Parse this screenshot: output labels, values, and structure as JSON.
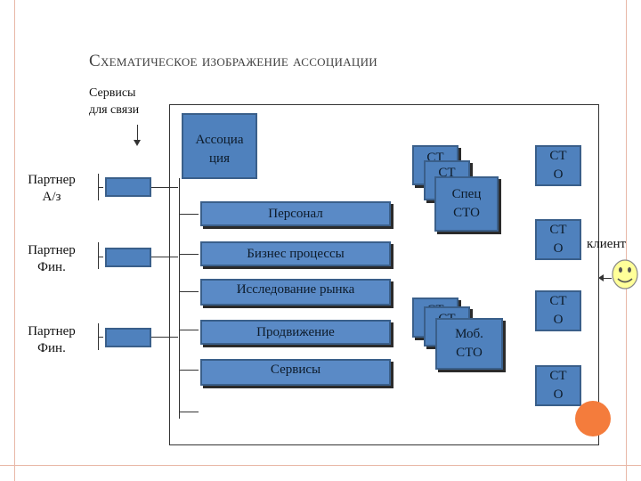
{
  "title": "Схематическое изображение ассоциации",
  "services_note": [
    "Сервисы",
    "для связи"
  ],
  "association": [
    "Ассоциа",
    "ция"
  ],
  "partners": [
    [
      "Партнер",
      "А/з"
    ],
    [
      "Партнер",
      "Фин."
    ],
    [
      "Партнер",
      "Фин."
    ]
  ],
  "departments": [
    "Персонал",
    "Бизнес процессы",
    "Исследование рынка",
    "Продвижение",
    "Сервисы"
  ],
  "spec_stack": {
    "back1": "СТ",
    "back2": "СТ",
    "front": [
      "Спец",
      "СТО"
    ]
  },
  "mob_stack": {
    "back1": "СТ",
    "back2": "СТ",
    "front": [
      "Моб.",
      "СТО"
    ]
  },
  "sto_boxes": [
    [
      "СТ",
      "О"
    ],
    [
      "СТ",
      "О"
    ],
    [
      "СТ",
      "О"
    ],
    [
      "СТ",
      "О"
    ]
  ],
  "client_label": "клиент",
  "colors": {
    "box_fill": "#4f81bd",
    "frame": "#e8b7a6",
    "smiley": "#ffff99",
    "accent_circle": "#f47c3c"
  }
}
